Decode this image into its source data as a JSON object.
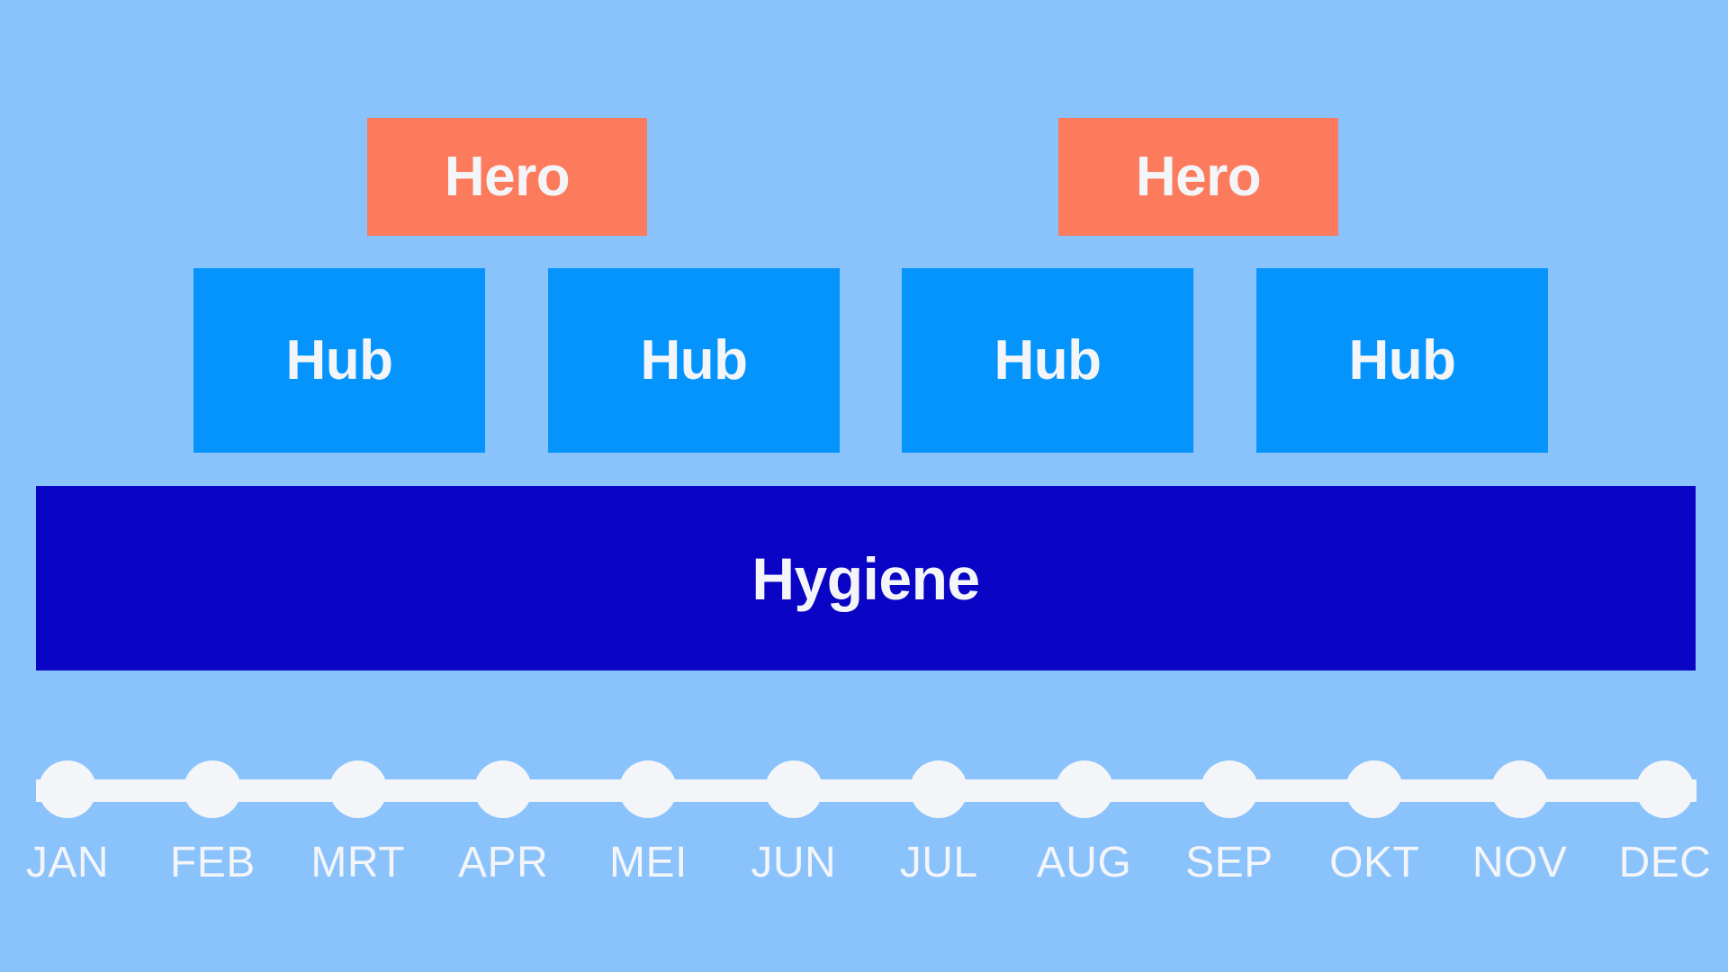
{
  "colors": {
    "background": "#8ac2fb",
    "hero": "#fb7b5c",
    "hub": "#0494fc",
    "hygiene": "#0a04c4",
    "timeline": "#f4f5f9",
    "text_on_block": "#f4f5f9"
  },
  "content_tiers": {
    "hero": [
      {
        "label": "Hero"
      },
      {
        "label": "Hero"
      }
    ],
    "hub": [
      {
        "label": "Hub"
      },
      {
        "label": "Hub"
      },
      {
        "label": "Hub"
      },
      {
        "label": "Hub"
      }
    ],
    "hygiene": {
      "label": "Hygiene"
    }
  },
  "timeline": {
    "months": [
      {
        "label": "JAN"
      },
      {
        "label": "FEB"
      },
      {
        "label": "MRT"
      },
      {
        "label": "APR"
      },
      {
        "label": "MEI"
      },
      {
        "label": "JUN"
      },
      {
        "label": "JUL"
      },
      {
        "label": "AUG"
      },
      {
        "label": "SEP"
      },
      {
        "label": "OKT"
      },
      {
        "label": "NOV"
      },
      {
        "label": "DEC"
      }
    ]
  }
}
